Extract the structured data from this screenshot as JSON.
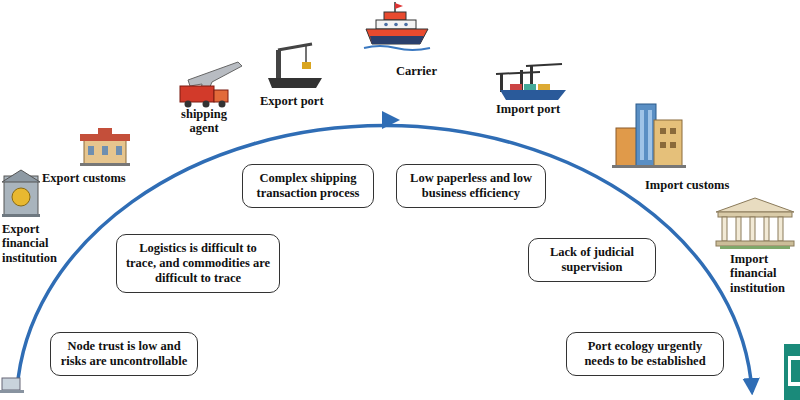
{
  "diagram": {
    "nodes": [
      {
        "text": [
          "Node trust is low and risks are uncontrollable"
        ]
      },
      {
        "text": [
          "Logistics is difficult to trace, and commodities are difficult to trace"
        ]
      },
      {
        "text": [
          "Complex shipping transaction process"
        ]
      },
      {
        "text": [
          "Low paperless and low business efficiency"
        ]
      },
      {
        "text": [
          "Lack of judicial supervision"
        ]
      },
      {
        "text": [
          "Port ecology urgently needs to be established"
        ]
      }
    ],
    "labels": [
      "Export financial institution",
      "Export customs",
      "shipping agent",
      "Export port",
      "Carrier",
      "Import port",
      "Import customs",
      "Import financial institution"
    ]
  }
}
